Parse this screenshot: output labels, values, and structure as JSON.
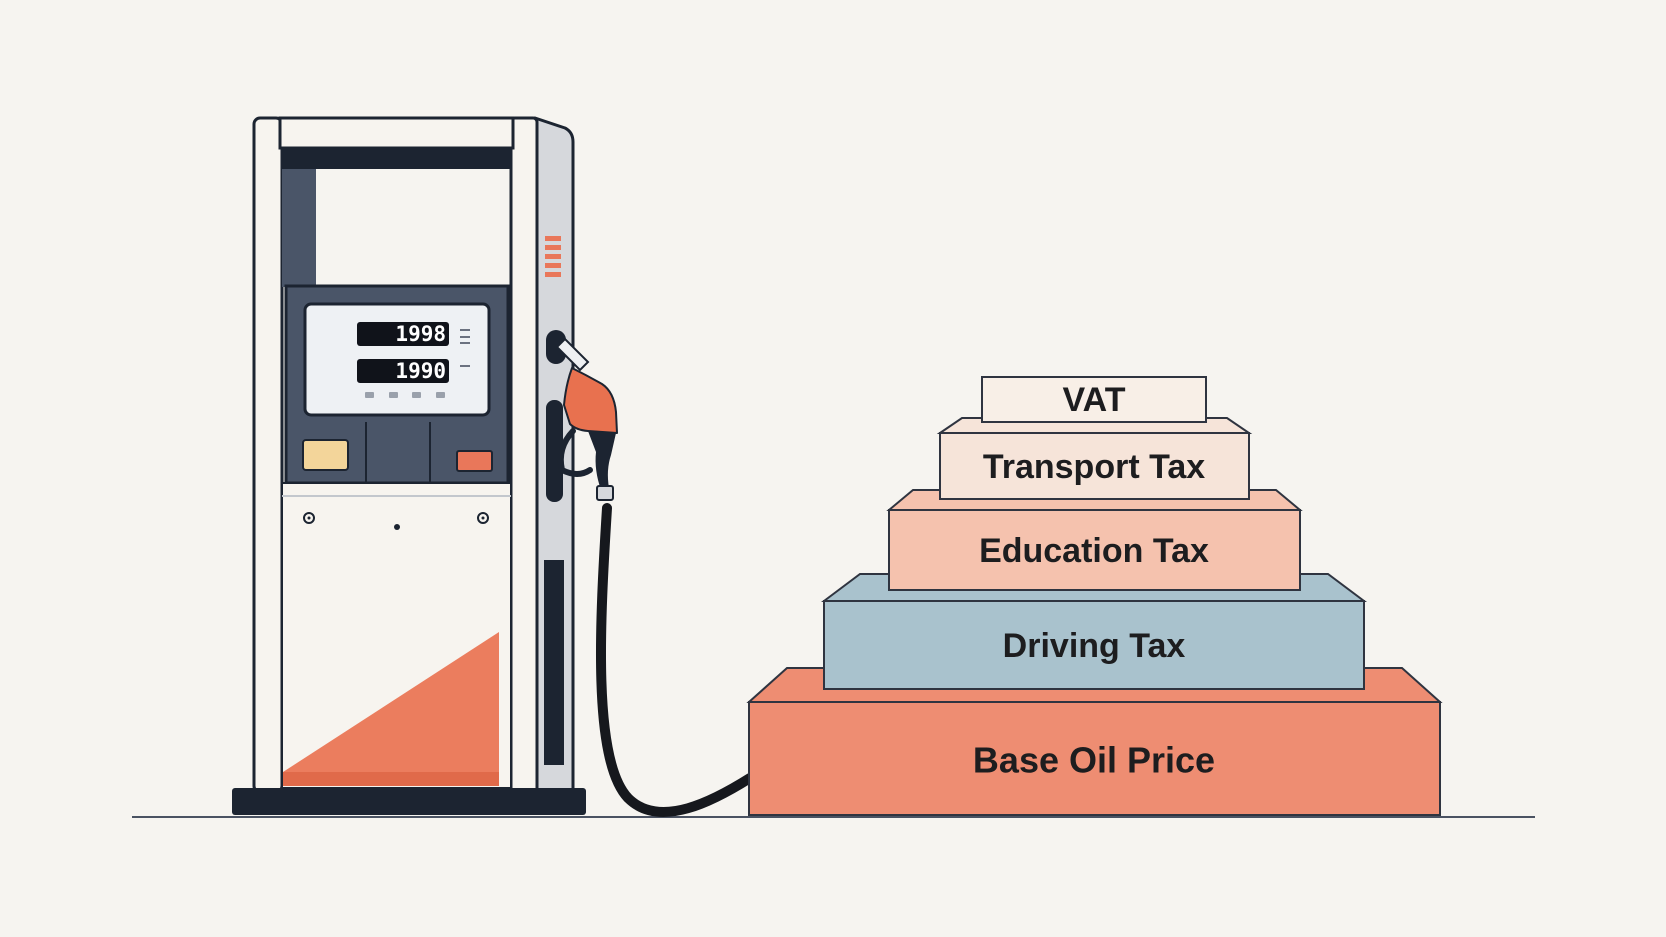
{
  "pump": {
    "readout_top": "1998",
    "readout_bottom": "1990",
    "colors": {
      "frame": "#f7f4ef",
      "outline": "#1c2431",
      "panel": "#4a5568",
      "screen": "#eef1f4",
      "orange": "#e9775a",
      "button_yellow": "#f3d59a",
      "side": "#d6d8dc"
    }
  },
  "layers": [
    {
      "label": "Base Oil Price",
      "color": "#ee8d72"
    },
    {
      "label": "Driving Tax",
      "color": "#a9c2cd"
    },
    {
      "label": "Education Tax",
      "color": "#f5c2ae"
    },
    {
      "label": "Transport Tax",
      "color": "#f6e4d9"
    },
    {
      "label": "VAT",
      "color": "#f8efe7"
    }
  ],
  "colors": {
    "background": "#f6f4f0",
    "outline": "#2f3440",
    "hose": "#16181d",
    "nozzle": "#e8714f"
  }
}
